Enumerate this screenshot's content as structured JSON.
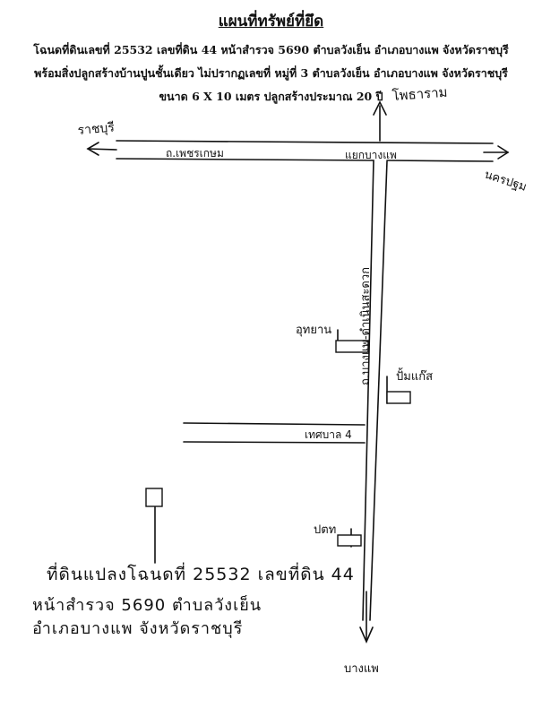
{
  "header": {
    "title": "แผนที่ทรัพย์ที่ยึด",
    "line1": "โฉนดที่ดินเลขที่ 25532 เลขที่ดิน 44 หน้าสำรวจ 5690 ตำบลวังเย็น อำเภอบางแพ จังหวัดราชบุรี",
    "line2": "พร้อมสิ่งปลูกสร้างบ้านปูนชั้นเดียว ไม่ปรากฏเลขที่ หมู่ที่ 3 ตำบลวังเย็น อำเภอบางแพ จังหวัดราชบุรี",
    "line3_prefix": "ขนาด 6 X 10 เมตร ปลูกสร้างประมาณ 20 ปี"
  },
  "map": {
    "top_label": "โพธาราม",
    "left_direction": "ราชบุรี",
    "right_direction": "นครปฐม",
    "main_road": "ถ.เพชรเกษม",
    "junction": "แยกบางแพ",
    "vertical_road": "ถ.บางแพ-ดำเนินสะดวก",
    "side_road": "เทศบาล 4",
    "landmark_left": "อุทยาน",
    "landmark_right": "ปั้มแก๊ส",
    "landmark_bottom": "ปตท",
    "bottom_direction": "บางแพ"
  },
  "plot_note": {
    "line1": "ที่ดินแปลงโฉนดที่ 25532 เลขที่ดิน 44",
    "line2": "หน้าสำรวจ 5690 ตำบลวังเย็น",
    "line3": "อำเภอบางแพ จังหวัดราชบุรี"
  }
}
